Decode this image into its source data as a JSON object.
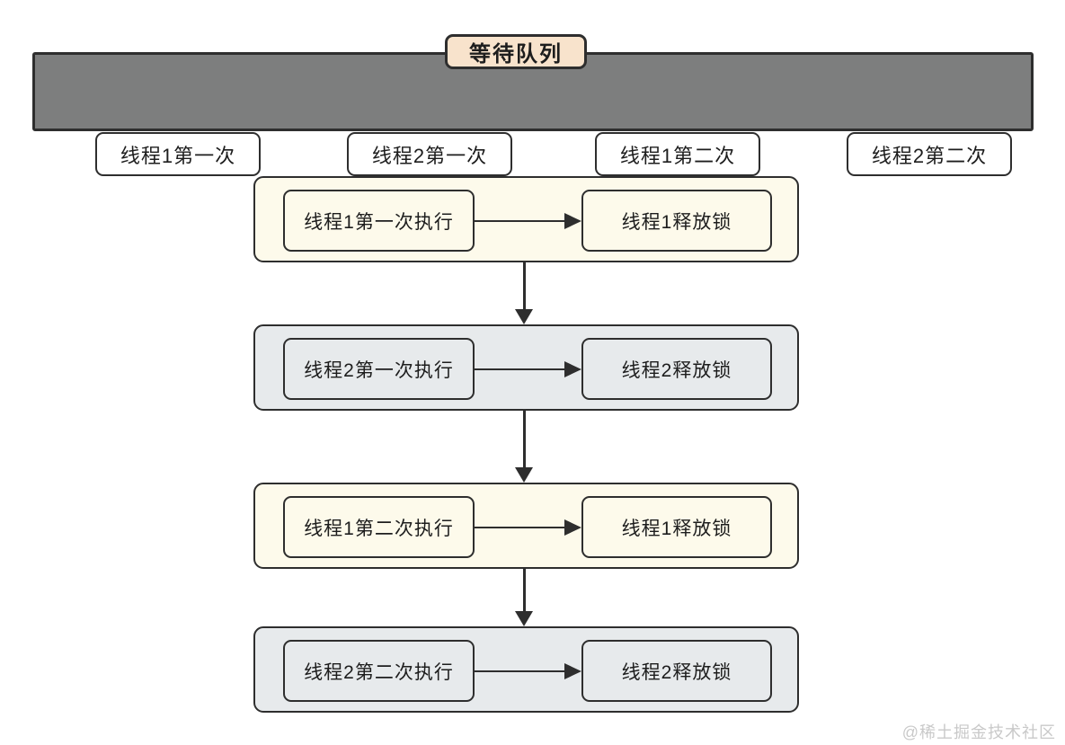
{
  "diagram": {
    "title": "等待队列",
    "queue": {
      "items": [
        {
          "label": "线程1第一次"
        },
        {
          "label": "线程2第一次"
        },
        {
          "label": "线程1第二次"
        },
        {
          "label": "线程2第二次"
        }
      ]
    },
    "rows": [
      {
        "theme": "cream",
        "left": "线程1第一次执行",
        "right": "线程1释放锁"
      },
      {
        "theme": "gray",
        "left": "线程2第一次执行",
        "right": "线程2释放锁"
      },
      {
        "theme": "cream",
        "left": "线程1第二次执行",
        "right": "线程1释放锁"
      },
      {
        "theme": "gray",
        "left": "线程2第二次执行",
        "right": "线程2释放锁"
      }
    ],
    "watermark": "@稀土掘金技术社区",
    "colors": {
      "border": "#2e2e2e",
      "queue_bar_fill": "#7d7e7e",
      "cream_fill": "#fdfaeb",
      "gray_fill": "#e7eaec",
      "title_fill": "#f8e3cc",
      "item_fill": "#ffffff",
      "watermark_text": "#c9c9c9"
    }
  }
}
